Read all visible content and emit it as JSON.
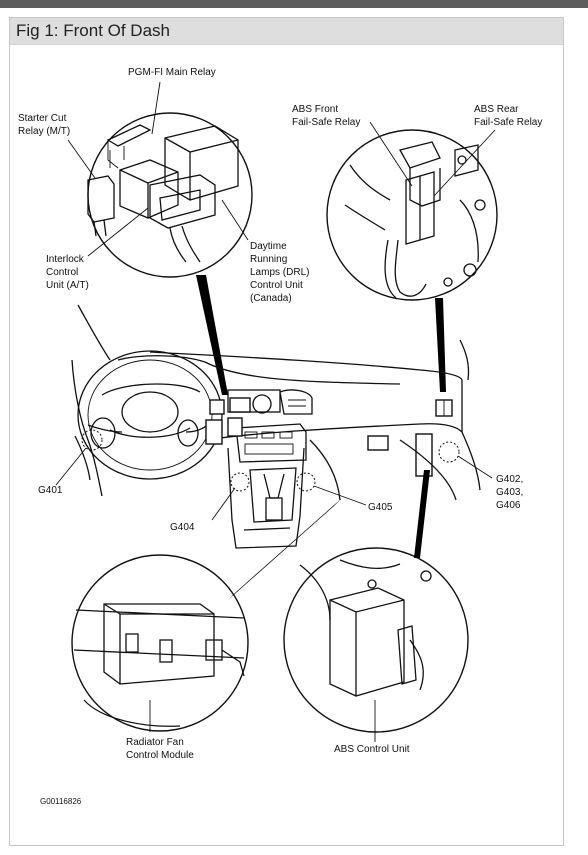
{
  "figure": {
    "title": "Fig 1: Front Of Dash",
    "code": "G00116826"
  },
  "labels": {
    "pgm_fi_main_relay": "PGM-FI Main Relay",
    "starter_cut_relay": [
      "Starter Cut",
      "Relay (M/T)"
    ],
    "interlock_control_unit": [
      "Interlock",
      "Control",
      "Unit (A/T)"
    ],
    "drl_control_unit": [
      "Daytime",
      "Running",
      "Lamps (DRL)",
      "Control Unit",
      "(Canada)"
    ],
    "abs_front_relay": [
      "ABS Front",
      "Fail-Safe Relay"
    ],
    "abs_rear_relay": [
      "ABS Rear",
      "Fail-Safe Relay"
    ],
    "g401": "G401",
    "g404": "G404",
    "g405": "G405",
    "g402_group": [
      "G402,",
      "G403,",
      "G406"
    ],
    "radiator_fan_module": [
      "Radiator Fan",
      "Control Module"
    ],
    "abs_control_unit": "ABS Control Unit"
  }
}
